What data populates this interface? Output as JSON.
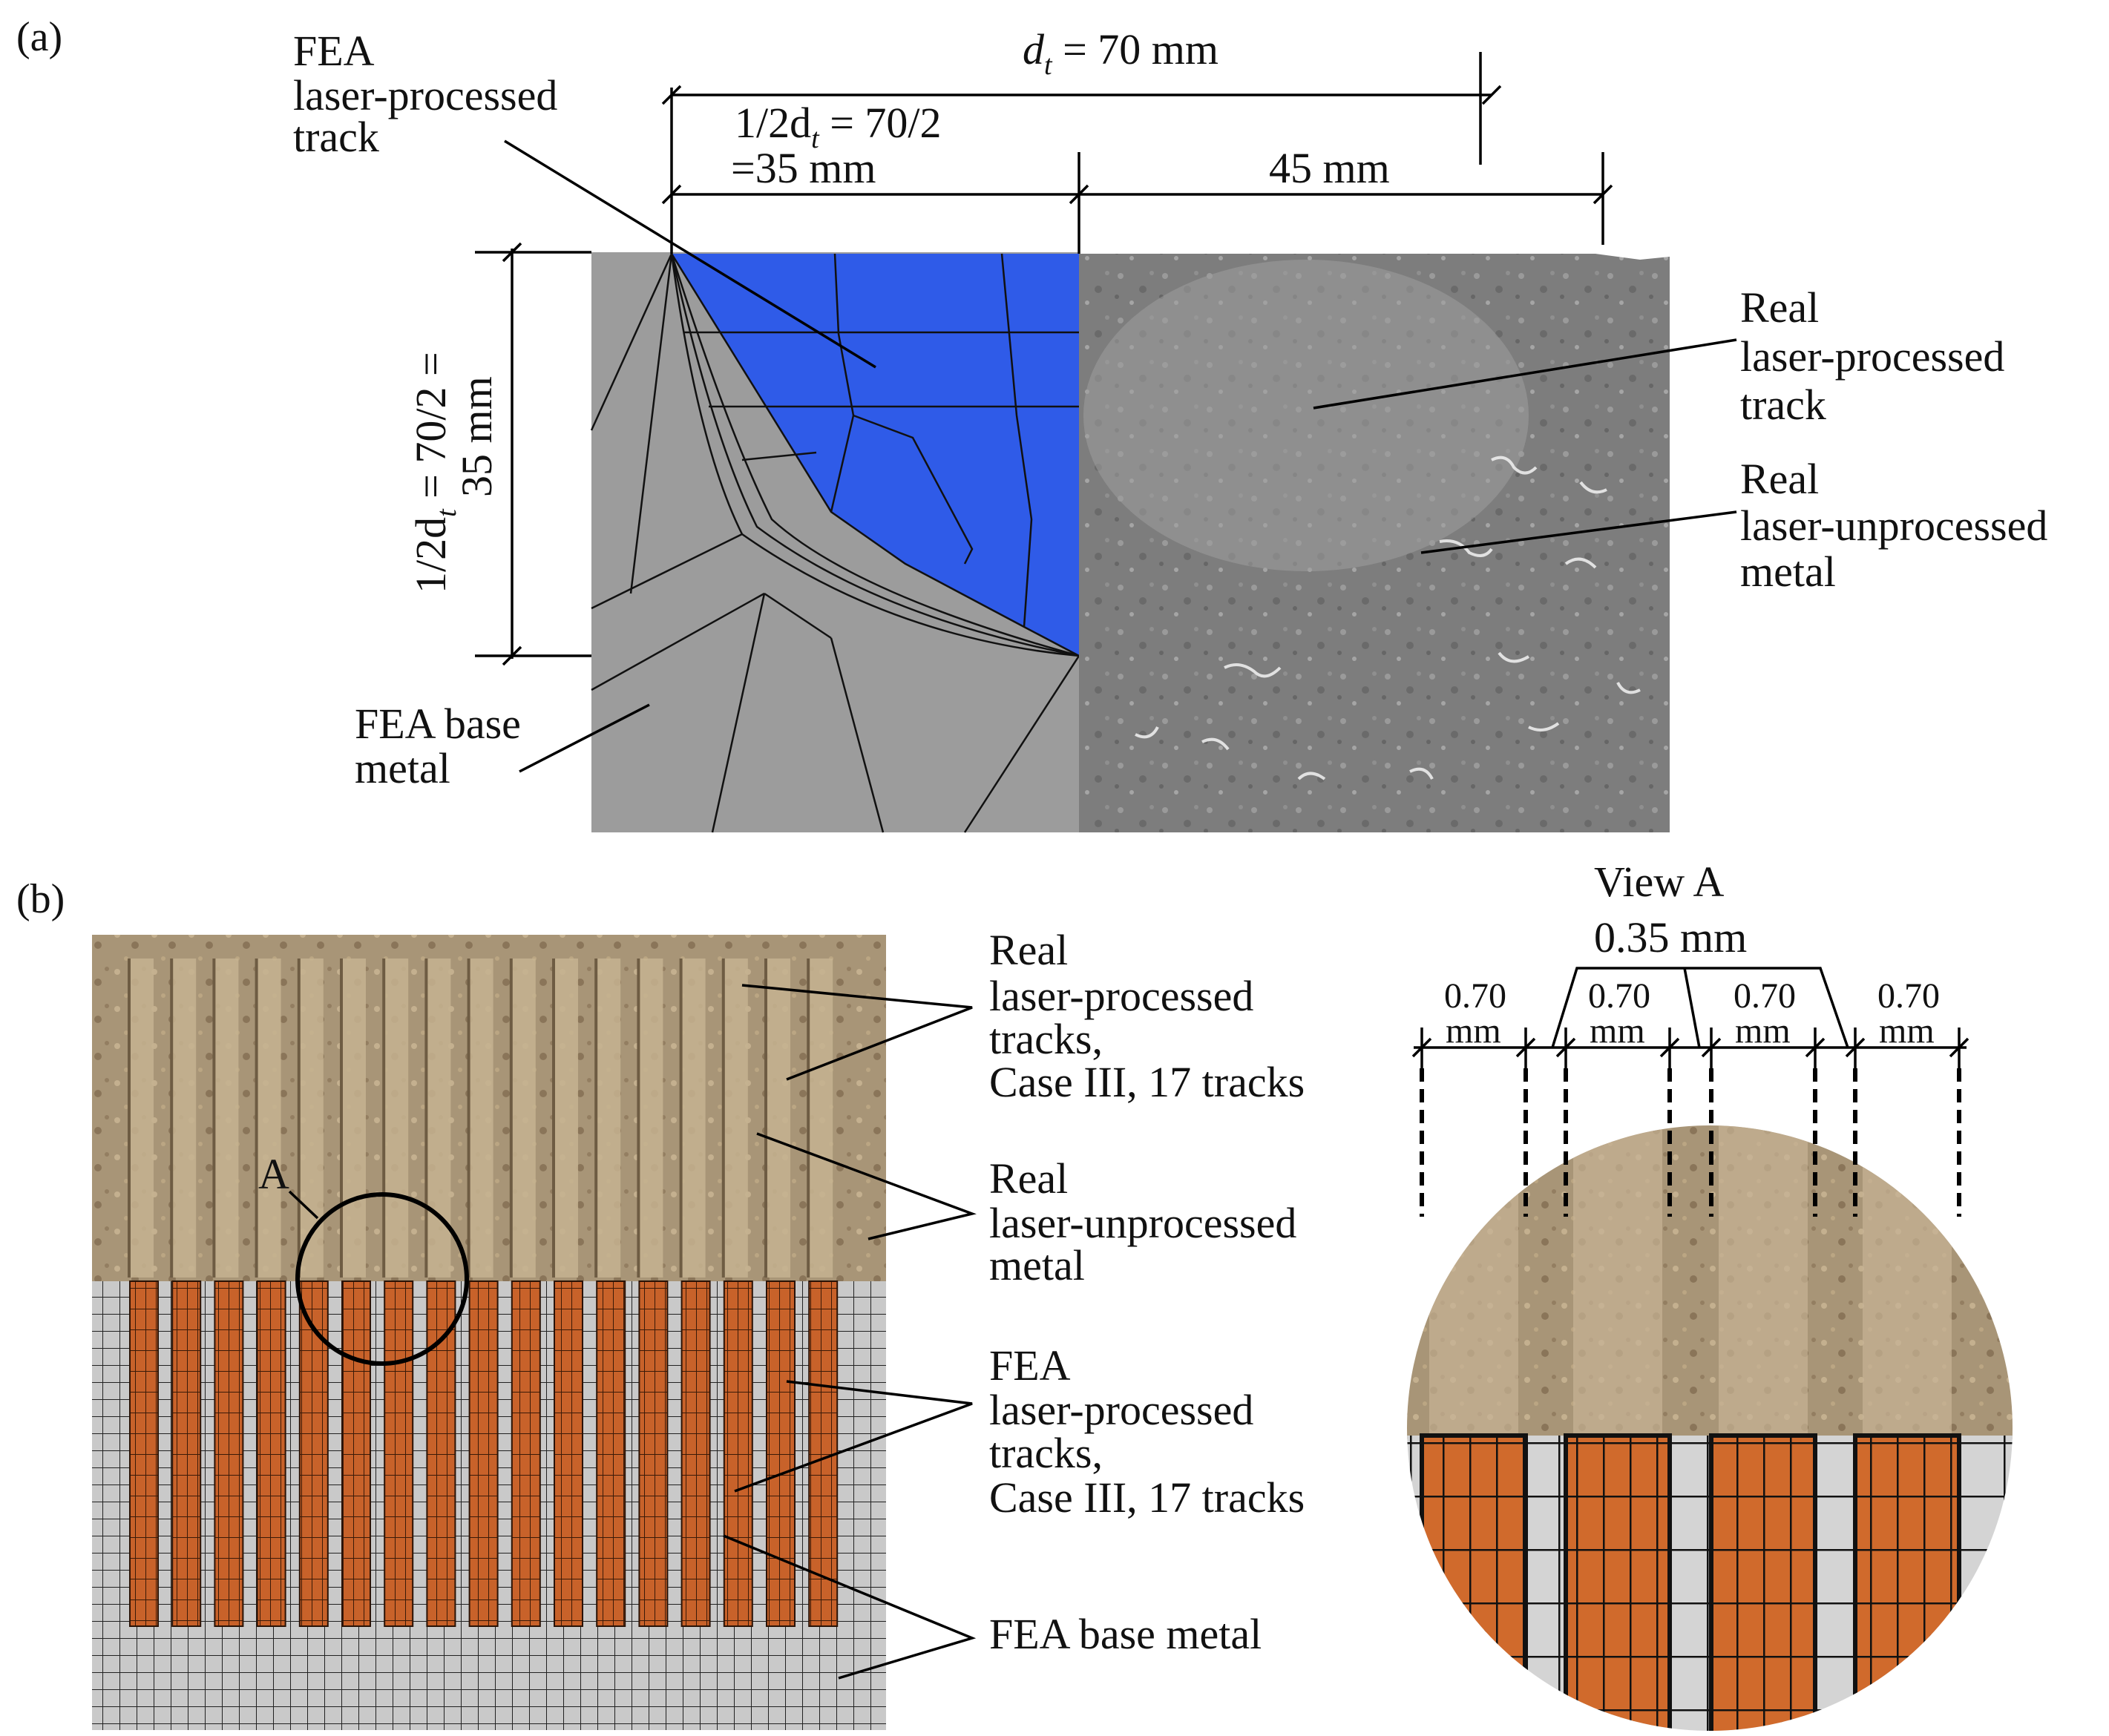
{
  "panel_a": {
    "label": "(a)",
    "dim_total": "d",
    "dim_total_sub": "t",
    "dim_total_value": " = 70 mm",
    "dim_half_line1_a": "1/2d",
    "dim_half_line1_sub": "t",
    "dim_half_line1_b": " = 70/2",
    "dim_half_line2": "=35 mm",
    "dim_right": "45 mm",
    "dim_vert_line1_a": "1/2d",
    "dim_vert_line1_sub": "t",
    "dim_vert_line1_b": " = 70/2 =",
    "dim_vert_line2": "35 mm",
    "fea_track": [
      "FEA",
      "laser-processed",
      "track"
    ],
    "fea_base": [
      "FEA  base",
      "metal"
    ],
    "real_track": [
      "Real",
      "laser-processed",
      "track"
    ],
    "real_unproc": [
      "Real",
      "laser-unprocessed",
      "metal"
    ]
  },
  "panel_b": {
    "label": "(b)",
    "marker": "A",
    "real_tracks": [
      "Real",
      "laser-processed",
      "tracks,",
      "Case III, 17 tracks"
    ],
    "real_unproc": [
      "Real",
      "laser-unprocessed",
      "metal"
    ],
    "fea_tracks": [
      "FEA",
      "laser-processed",
      "tracks,",
      "Case III, 17 tracks"
    ],
    "fea_base": "FEA  base metal",
    "track_count": 17
  },
  "view_a": {
    "title": "View A",
    "width_top": "0.35 mm",
    "spacing_value": "0.70",
    "spacing_unit": "mm",
    "spacing_count": 4
  },
  "colors": {
    "fea_blue": "#2f5be8",
    "fea_grey": "#9c9c9c",
    "sem_grey": "#7b7b7b",
    "copper": "#c8622a",
    "mesh_light": "#c9c9c9",
    "tan": "#a89577"
  }
}
